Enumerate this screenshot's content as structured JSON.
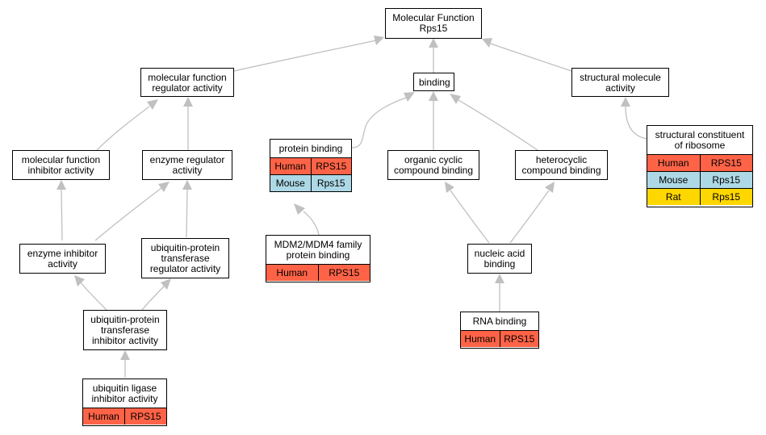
{
  "graph": {
    "root": {
      "title": "Molecular Function\nRps15"
    },
    "nodes": {
      "mf_regulator": {
        "title": "molecular function\nregulator activity"
      },
      "binding": {
        "title": "binding"
      },
      "structural_molecule": {
        "title": "structural molecule\nactivity"
      },
      "mf_inhibitor": {
        "title": "molecular function\ninhibitor activity"
      },
      "enzyme_regulator": {
        "title": "enzyme regulator\nactivity"
      },
      "protein_binding": {
        "title": "protein binding",
        "rows": [
          {
            "species": "Human",
            "gene": "RPS15"
          },
          {
            "species": "Mouse",
            "gene": "Rps15"
          }
        ]
      },
      "organic_cyclic": {
        "title": "organic cyclic\ncompound binding"
      },
      "heterocyclic": {
        "title": "heterocyclic\ncompound binding"
      },
      "structural_ribosome": {
        "title": "structural constituent\nof ribosome",
        "rows": [
          {
            "species": "Human",
            "gene": "RPS15"
          },
          {
            "species": "Mouse",
            "gene": "Rps15"
          },
          {
            "species": "Rat",
            "gene": "Rps15"
          }
        ]
      },
      "enzyme_inhibitor": {
        "title": "enzyme inhibitor\nactivity"
      },
      "ub_regulator": {
        "title": "ubiquitin-protein\ntransferase\nregulator activity"
      },
      "mdm2": {
        "title": "MDM2/MDM4 family\nprotein binding",
        "rows": [
          {
            "species": "Human",
            "gene": "RPS15"
          }
        ]
      },
      "nucleic_acid": {
        "title": "nucleic acid\nbinding"
      },
      "ub_inhibitor": {
        "title": "ubiquitin-protein\ntransferase\ninhibitor activity"
      },
      "rna_binding": {
        "title": "RNA binding",
        "rows": [
          {
            "species": "Human",
            "gene": "RPS15"
          }
        ]
      },
      "ub_ligase_inhibitor": {
        "title": "ubiquitin ligase\ninhibitor activity",
        "rows": [
          {
            "species": "Human",
            "gene": "RPS15"
          }
        ]
      }
    }
  },
  "colors": {
    "edge": "#c0c0c0",
    "human": "#ff6347",
    "mouse": "#add8e6",
    "rat": "#ffd700"
  }
}
